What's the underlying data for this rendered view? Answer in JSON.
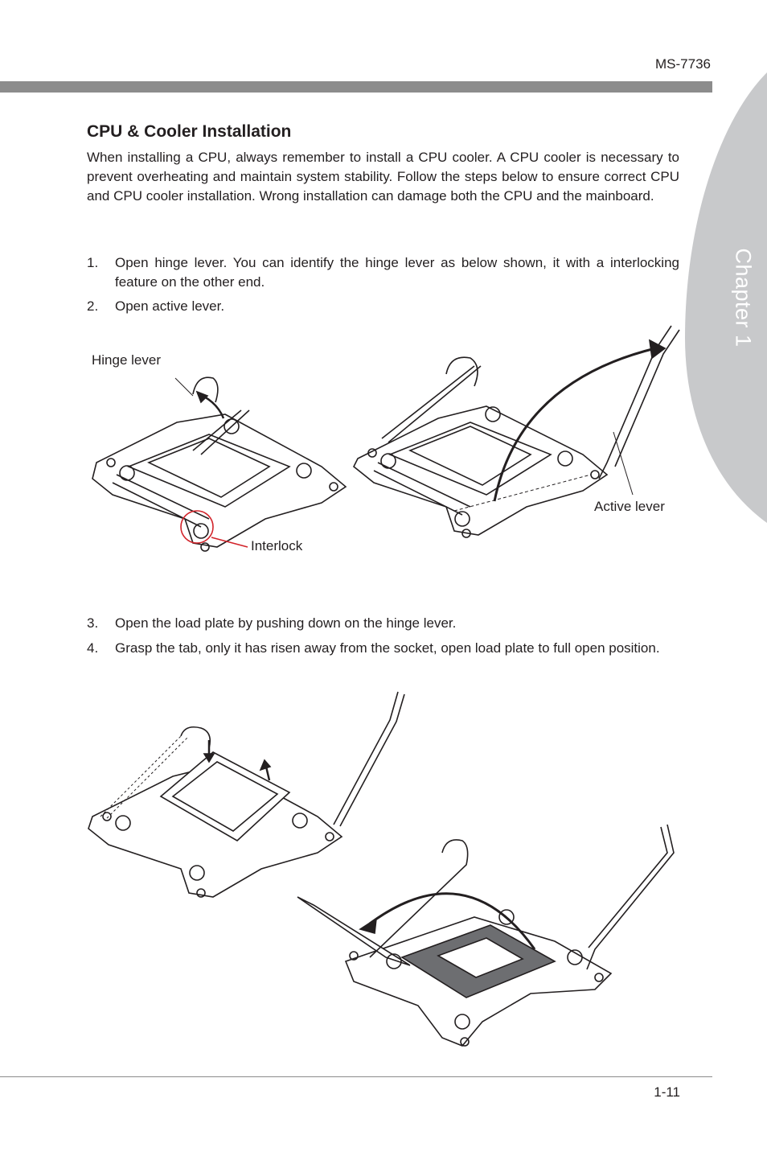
{
  "header": {
    "model": "MS-7736"
  },
  "side_tab": {
    "label": "Chapter 1"
  },
  "section": {
    "title": "CPU & Cooler Installation",
    "intro": "When installing a CPU, always remember to install a CPU cooler. A CPU cooler is necessary to prevent overheating and maintain system stability. Follow the steps below to ensure correct CPU and CPU cooler installation. Wrong installation can damage both the CPU and the mainboard."
  },
  "steps": [
    {
      "num": "1.",
      "text": "Open hinge lever. You can identify the hinge lever as below shown, it with a interlocking feature on the other end."
    },
    {
      "num": "2.",
      "text": "Open active lever."
    },
    {
      "num": "3.",
      "text": "Open the load plate by pushing down on the hinge lever."
    },
    {
      "num": "4.",
      "text": "Grasp the tab,  only it has risen away from the socket, open load plate to full open position."
    }
  ],
  "figure_labels": {
    "hinge_lever": "Hinge lever",
    "interlock": "Interlock",
    "active_lever": "Active lever"
  },
  "footer": {
    "page": "1-11"
  },
  "colors": {
    "bar": "#8c8c8c",
    "tab": "#c8c9cb",
    "interlock_circle": "#d2232a"
  }
}
